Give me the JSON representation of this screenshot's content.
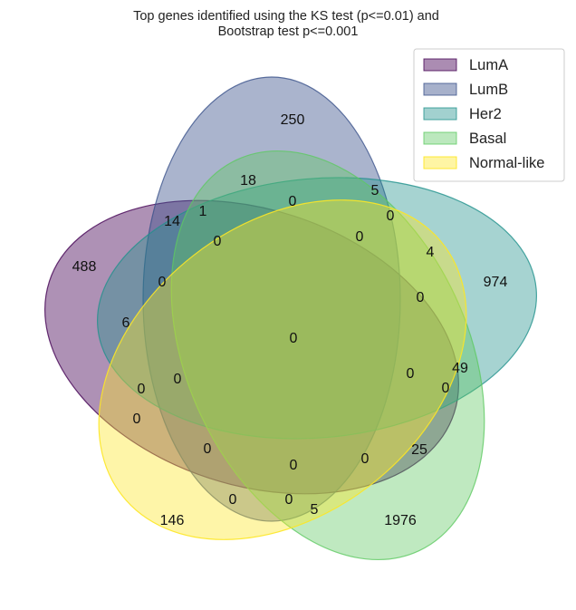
{
  "title": {
    "line1": "Top genes identified using the KS test (p<=0.01) and",
    "line2": "Bootstrap test p<=0.001"
  },
  "legend": {
    "items": [
      {
        "label": "LumA",
        "color": "#440154"
      },
      {
        "label": "LumB",
        "color": "#3b528b"
      },
      {
        "label": "Her2",
        "color": "#21918c"
      },
      {
        "label": "Basal",
        "color": "#5ec962"
      },
      {
        "label": "Normal-like",
        "color": "#fde725"
      }
    ]
  },
  "regions": [
    {
      "name": "region-lumb-only",
      "value": "250"
    },
    {
      "name": "region-lumb-basal",
      "value": "18"
    },
    {
      "name": "region-lumb-her2-basal",
      "value": "0"
    },
    {
      "name": "region-lumb-her2",
      "value": "5"
    },
    {
      "name": "region-lumb-her2-normal",
      "value": "0"
    },
    {
      "name": "region-luma-lumb",
      "value": "14"
    },
    {
      "name": "region-luma-lumb-basal",
      "value": "1"
    },
    {
      "name": "region-luma-lumb-her2-basal",
      "value": "0"
    },
    {
      "name": "region-lumb-her2-basal-normal",
      "value": "0"
    },
    {
      "name": "region-her2-normal",
      "value": "4"
    },
    {
      "name": "region-luma-only",
      "value": "488"
    },
    {
      "name": "region-her2-only",
      "value": "974"
    },
    {
      "name": "region-luma-lumb-her2",
      "value": "0"
    },
    {
      "name": "region-her2-basal-normal",
      "value": "0"
    },
    {
      "name": "region-luma-her2",
      "value": "6"
    },
    {
      "name": "region-all-five",
      "value": "0"
    },
    {
      "name": "region-her2-basal",
      "value": "49"
    },
    {
      "name": "region-luma-her2-normal",
      "value": "0"
    },
    {
      "name": "region-luma-lumb-her2-normal",
      "value": "0"
    },
    {
      "name": "region-her2-basal-luma",
      "value": "0"
    },
    {
      "name": "region-luma-basal-her2-normal",
      "value": "0"
    },
    {
      "name": "region-luma-normal",
      "value": "0"
    },
    {
      "name": "region-luma-lumb-normal",
      "value": "0"
    },
    {
      "name": "region-luma-basal",
      "value": "25"
    },
    {
      "name": "region-luma-lumb-basal-normal",
      "value": "0"
    },
    {
      "name": "region-luma-basal-normal",
      "value": "0"
    },
    {
      "name": "region-lumb-normal",
      "value": "0"
    },
    {
      "name": "region-lumb-basal-normal",
      "value": "0"
    },
    {
      "name": "region-basal-normal",
      "value": "5"
    },
    {
      "name": "region-normal-only",
      "value": "146"
    },
    {
      "name": "region-basal-only",
      "value": "1976"
    }
  ]
}
